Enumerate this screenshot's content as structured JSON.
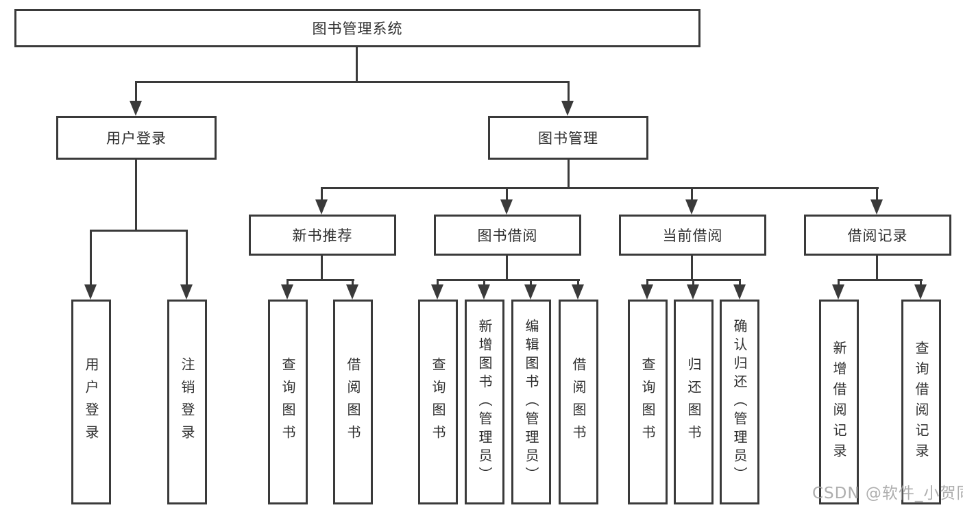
{
  "colors": {
    "line": "#3a3a3a",
    "text": "#2f2f2f",
    "background": "#ffffff",
    "watermark": "#a5a5a5"
  },
  "watermark": "CSDN @软件_小贺同学",
  "nodes": {
    "root": "图书管理系统",
    "user_login": "用户登录",
    "book_mgmt": "图书管理",
    "new_book_rec": "新书推荐",
    "book_borrow": "图书借阅",
    "current_borrow": "当前借阅",
    "borrow_records": "借阅记录",
    "leaf_user_login": "用户登录",
    "leaf_logout": "注销登录",
    "leaf_query_books_a": "查询图书",
    "leaf_borrow_books_a": "借阅图书",
    "leaf_query_books_b": "查询图书",
    "leaf_add_books": "新增图书（管理员）",
    "leaf_edit_books": "编辑图书（管理员）",
    "leaf_borrow_books_b": "借阅图书",
    "leaf_query_books_c": "查询图书",
    "leaf_return_books": "归还图书",
    "leaf_confirm_return": "确认归还（管理员）",
    "leaf_add_borrow_record": "新增借阅记录",
    "leaf_query_borrow_record": "查询借阅记录"
  }
}
